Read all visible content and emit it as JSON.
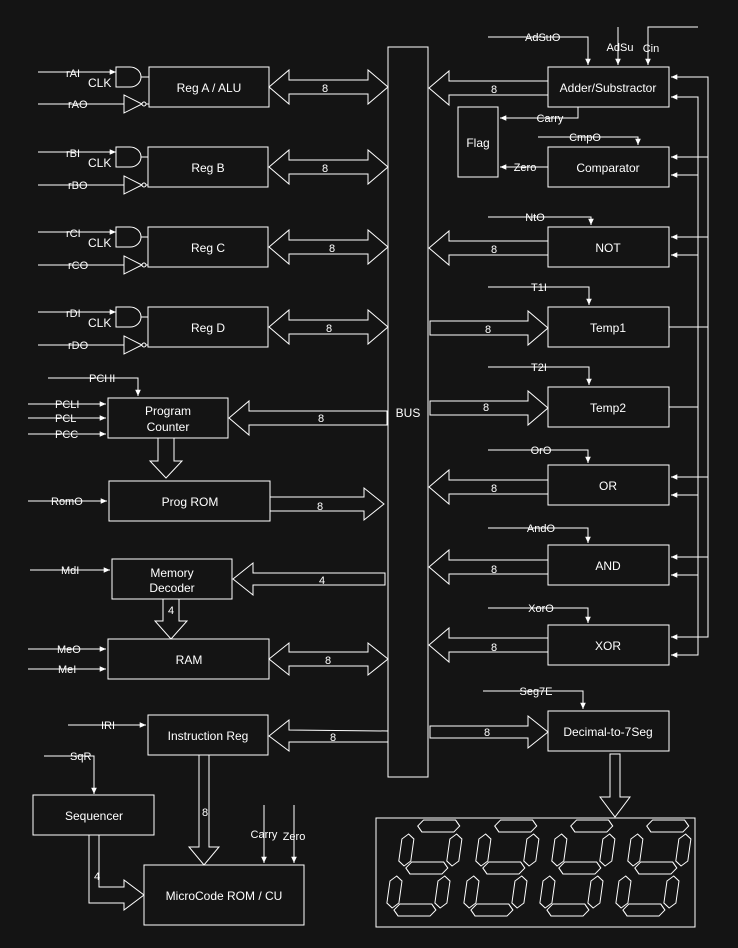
{
  "blocks": {
    "reg_a": "Reg A / ALU",
    "reg_b": "Reg B",
    "reg_c": "Reg C",
    "reg_d": "Reg D",
    "pc": [
      "Program",
      "Counter"
    ],
    "prog_rom": "Prog ROM",
    "mem_dec": [
      "Memory",
      "Decoder"
    ],
    "ram": "RAM",
    "ir": "Instruction Reg",
    "sequencer": "Sequencer",
    "microcode": "MicroCode ROM / CU",
    "bus": "BUS",
    "adder": "Adder/Substractor",
    "flag": "Flag",
    "comparator": "Comparator",
    "not": "NOT",
    "temp1": "Temp1",
    "temp2": "Temp2",
    "or": "OR",
    "and": "AND",
    "xor": "XOR",
    "dec7seg": "Decimal-to-7Seg"
  },
  "signals": {
    "rAI": "rAI",
    "rAO": "rAO",
    "rBI": "rBI",
    "rBO": "rBO",
    "rCI": "rCI",
    "rCO": "rCO",
    "rDI": "rDI",
    "rDO": "rDO",
    "clk": "CLK",
    "PCHI": "PCHI",
    "PCLI": "PCLI",
    "PCL": "PCL",
    "PCC": "PCC",
    "RomO": "RomO",
    "MdI": "MdI",
    "MeO": "MeO",
    "MeI": "MeI",
    "IRI": "IRI",
    "SqR": "SqR",
    "AdSuO": "AdSuO",
    "AdSu": "AdSu",
    "Cin": "Cin",
    "Carry": "Carry",
    "Zero": "Zero",
    "CmpO": "CmpO",
    "NtO": "NtO",
    "T1I": "T1I",
    "T2I": "T2I",
    "OrO": "OrO",
    "AndO": "AndO",
    "XorO": "XorO",
    "Seg7E": "Seg7E"
  },
  "widths": {
    "w8": "8",
    "w4": "4"
  }
}
